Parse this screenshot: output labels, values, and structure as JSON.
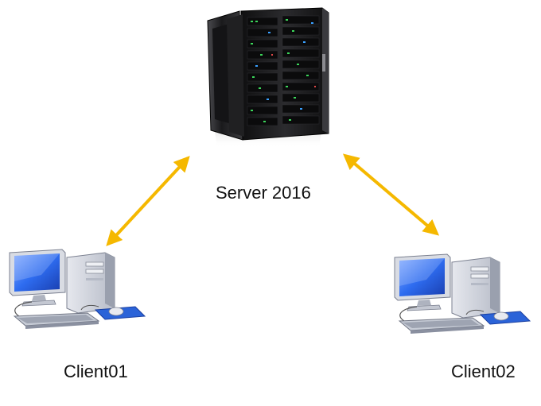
{
  "nodes": {
    "server": {
      "label": "Server 2016",
      "icon": "server-rack-icon"
    },
    "client01": {
      "label": "Client01",
      "icon": "desktop-computer-icon"
    },
    "client02": {
      "label": "Client02",
      "icon": "desktop-computer-icon"
    }
  },
  "connections": [
    {
      "from": "server",
      "to": "client01",
      "style": "bidirectional-arrow"
    },
    {
      "from": "server",
      "to": "client02",
      "style": "bidirectional-arrow"
    }
  ],
  "colors": {
    "arrow": "#F5B800",
    "server_body": "#1c1c1e",
    "server_door": "#2a2a2c",
    "led_green": "#3bd65a",
    "led_blue": "#3aa0ff",
    "monitor_screen": "#2e6cf0",
    "computer_body": "#cfd3dc",
    "mousepad": "#2b63d8"
  }
}
